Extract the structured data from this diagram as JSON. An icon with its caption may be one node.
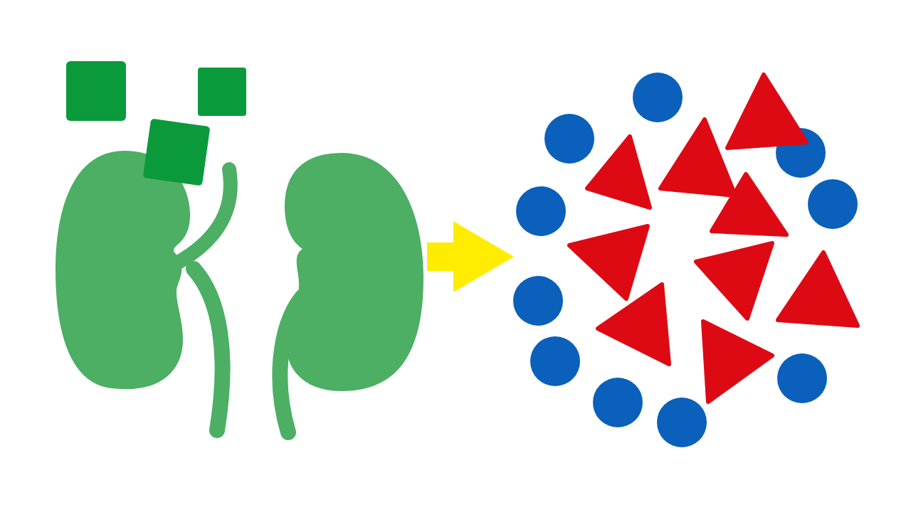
{
  "diagram": {
    "nodes": [
      {
        "text": [],
        "shape": "picture"
      },
      {
        "text": [],
        "shape": "picture"
      }
    ],
    "edges": [
      {
        "from": 0,
        "to": 1,
        "arrow": "to",
        "color": "#ffec00"
      }
    ]
  }
}
